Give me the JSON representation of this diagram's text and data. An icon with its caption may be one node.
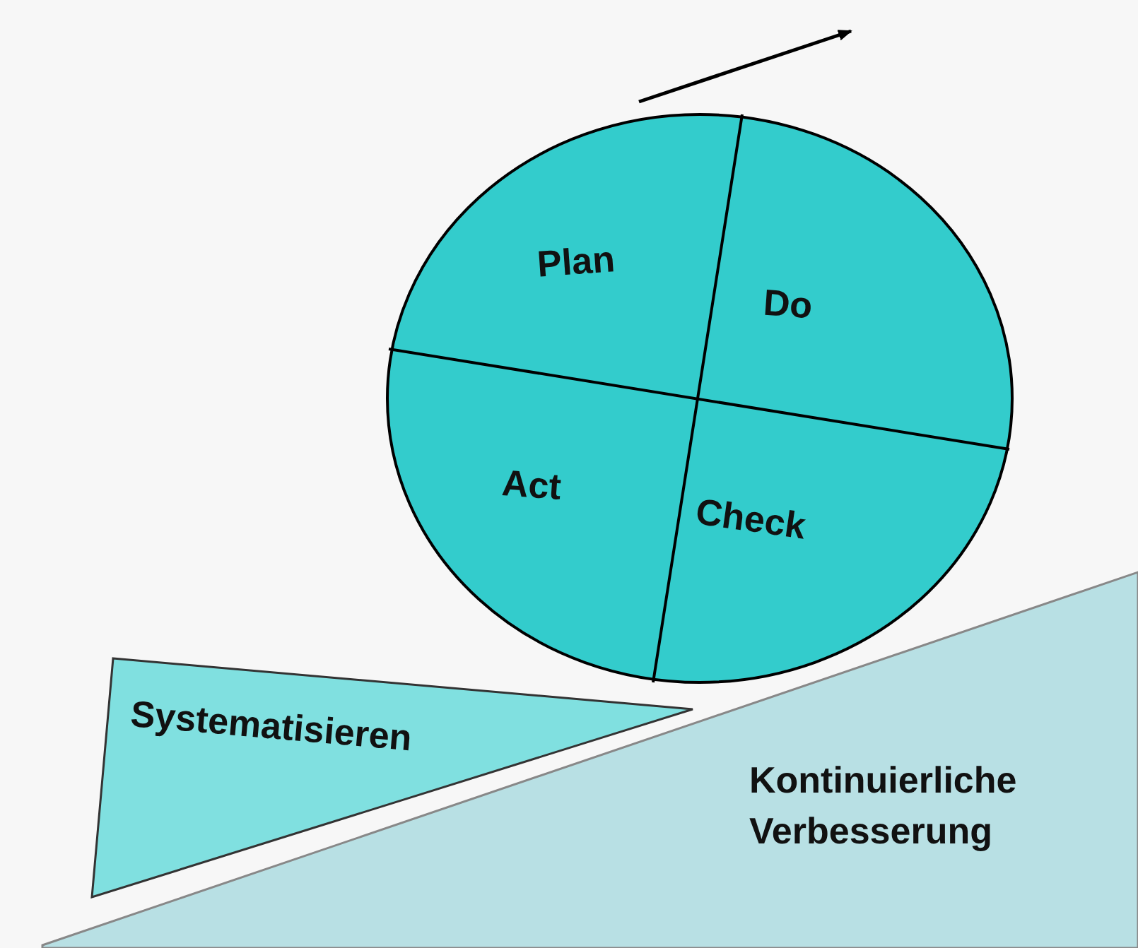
{
  "diagram": {
    "nodes": [
      {
        "text": [
          "Plan"
        ]
      },
      {
        "text": [
          "Do"
        ]
      },
      {
        "text": [
          "Act"
        ]
      },
      {
        "text": [
          "Check"
        ]
      },
      {
        "text": [
          "Systematisieren"
        ]
      },
      {
        "text": [
          "Kontinuierliche Verbesserung"
        ]
      }
    ],
    "edges": []
  }
}
